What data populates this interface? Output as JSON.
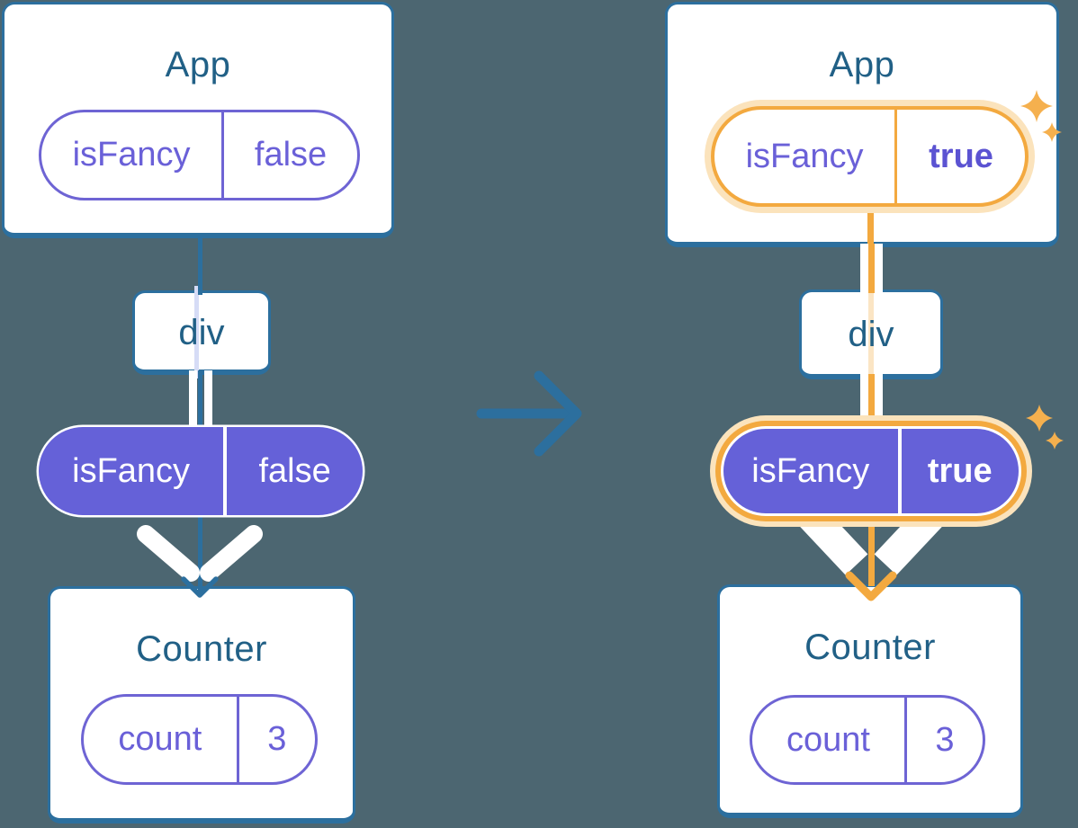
{
  "colors": {
    "bg": "#4C6671",
    "card": "#FFFFFF",
    "stroke": "#2C6F9E",
    "title": "#216086",
    "purple_fill": "#6561D8",
    "purple_text": "#6A60D8",
    "purple_bold": "#5B53D2",
    "purple_outline": "#6E64D4",
    "lavender": "#D6DCF6",
    "orange": "#F3A93F",
    "orange_glow": "#FBE3BC",
    "peach": "#FBE5C4",
    "sparkle": "#F5B04E",
    "white_line": "#FFFFFF"
  },
  "transition": {
    "icon": "right-arrow"
  },
  "left_tree": {
    "app_card": {
      "title": "App",
      "prop_name": "isFancy",
      "prop_value": "false"
    },
    "div_node": {
      "label": "div"
    },
    "passed_prop": {
      "name": "isFancy",
      "value": "false"
    },
    "counter_card": {
      "title": "Counter",
      "state_name": "count",
      "state_value": "3"
    }
  },
  "right_tree": {
    "app_card": {
      "title": "App",
      "prop_name": "isFancy",
      "prop_value": "true"
    },
    "div_node": {
      "label": "div"
    },
    "passed_prop": {
      "name": "isFancy",
      "value": "true"
    },
    "counter_card": {
      "title": "Counter",
      "state_name": "count",
      "state_value": "3"
    }
  }
}
